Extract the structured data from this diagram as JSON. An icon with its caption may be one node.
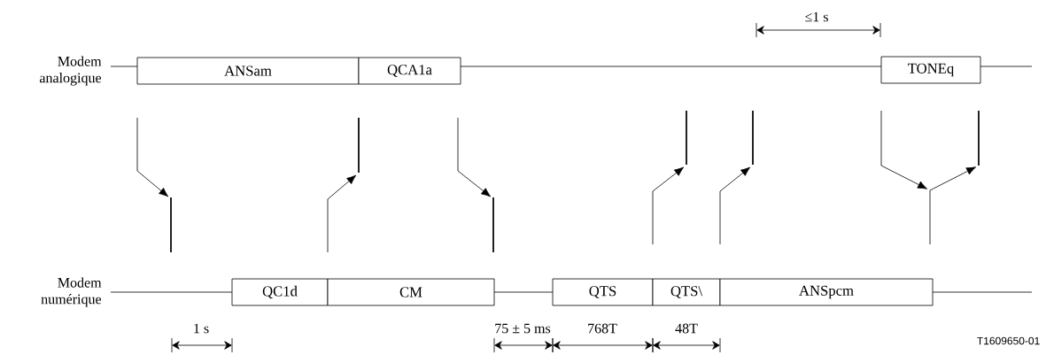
{
  "diagram": {
    "nodes": [
      {
        "text": [
          "ANSam"
        ]
      },
      {
        "text": [
          "QCA1a"
        ]
      },
      {
        "text": [
          "TONEq"
        ]
      },
      {
        "text": [
          "QC1d"
        ]
      },
      {
        "text": [
          "CM"
        ]
      },
      {
        "text": [
          "QTS"
        ]
      },
      {
        "text": [
          "QTS\\"
        ]
      },
      {
        "text": [
          "ANSpcm"
        ]
      }
    ],
    "labels": [
      "≤1 s",
      "Modem analogique",
      "Modem numérique",
      "1 s",
      "75 ± 5 ms",
      "768T",
      "48T",
      "T1609650-01"
    ]
  }
}
